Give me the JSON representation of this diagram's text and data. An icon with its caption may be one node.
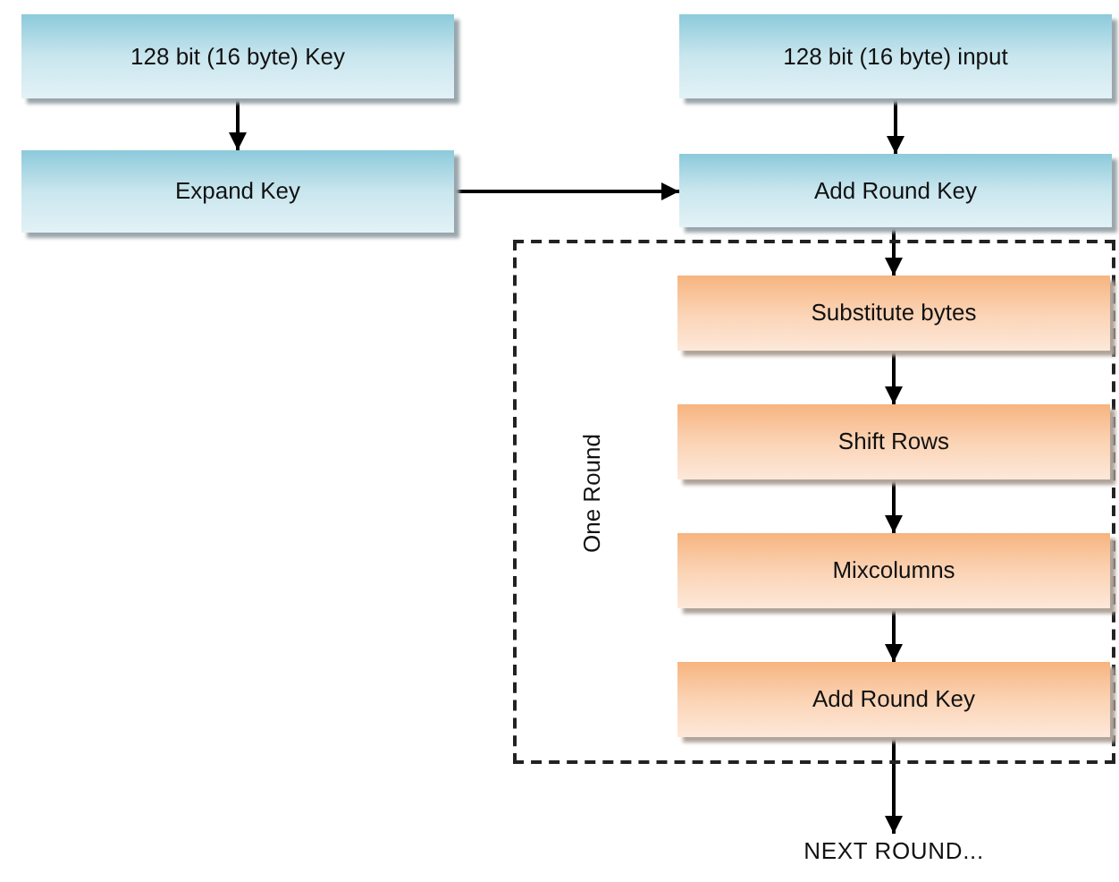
{
  "diagram": {
    "nodes": [
      {
        "text": [
          "128 bit (16 byte) Key"
        ]
      },
      {
        "text": [
          "Expand Key"
        ]
      },
      {
        "text": [
          "128 bit (16 byte) input"
        ]
      },
      {
        "text": [
          "Add Round Key"
        ]
      },
      {
        "text": [
          "One Round"
        ]
      },
      {
        "text": [
          "Substitute bytes"
        ],
        "in": 4
      },
      {
        "text": [
          "Shift Rows"
        ],
        "in": 4
      },
      {
        "text": [
          "Mixcolumns"
        ],
        "in": 4
      },
      {
        "text": [
          "Add Round Key"
        ],
        "in": 4
      },
      {
        "text": [
          "NEXT ROUND..."
        ]
      }
    ],
    "edges": [
      {
        "from": 0,
        "to": 1,
        "arrow": "to"
      },
      {
        "from": 2,
        "to": 3,
        "arrow": "to"
      },
      {
        "from": 1,
        "to": 3,
        "arrow": "to"
      },
      {
        "from": 3,
        "to": 5,
        "arrow": "to"
      },
      {
        "from": 5,
        "to": 6,
        "arrow": "to"
      },
      {
        "from": 6,
        "to": 7,
        "arrow": "to"
      },
      {
        "from": 7,
        "to": 8,
        "arrow": "to"
      },
      {
        "from": 8,
        "to": 9,
        "arrow": "to"
      }
    ]
  }
}
